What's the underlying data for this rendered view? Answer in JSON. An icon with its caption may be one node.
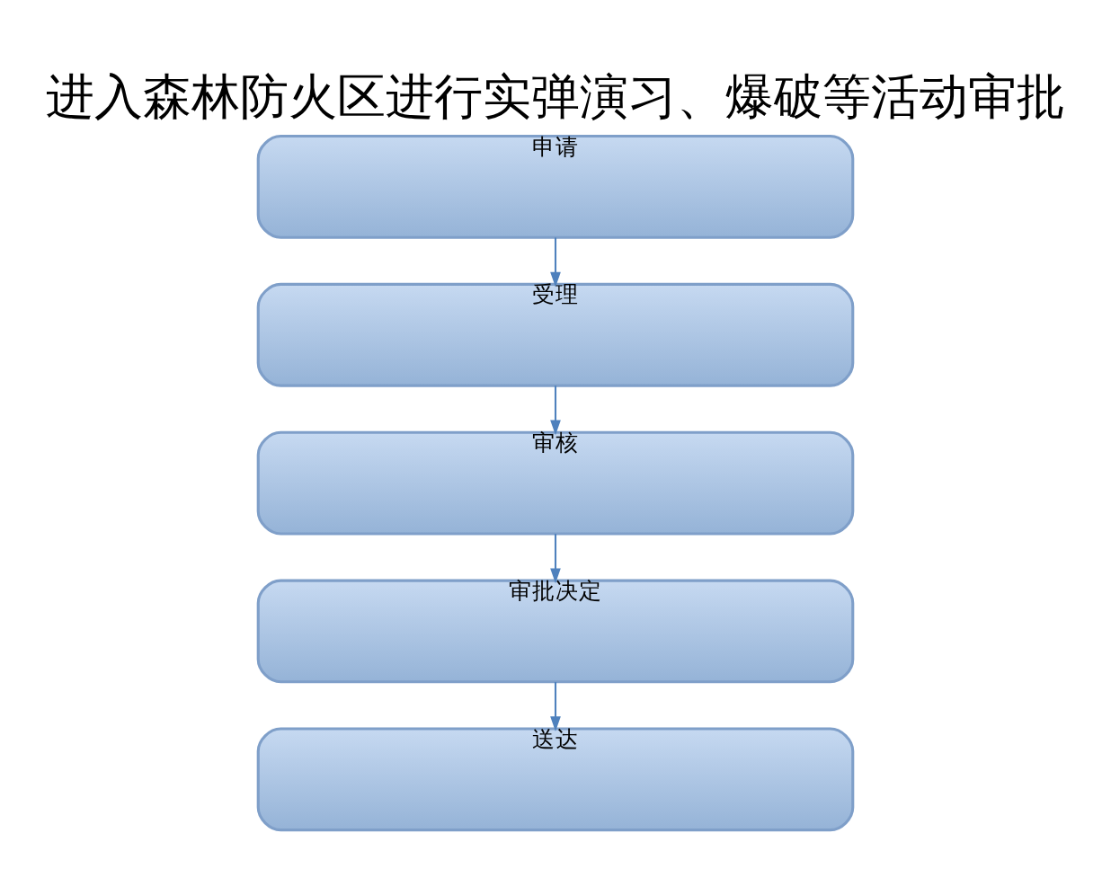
{
  "diagram": {
    "title": "进入森林防火区进行实弹演习、爆破等活动审批",
    "nodes": [
      {
        "text": [
          "申请"
        ]
      },
      {
        "text": [
          "受理"
        ]
      },
      {
        "text": [
          "审核"
        ]
      },
      {
        "text": [
          "审批决定"
        ]
      },
      {
        "text": [
          "送达"
        ]
      }
    ],
    "edges": [
      {
        "from": 0,
        "to": 1,
        "arrow": "to"
      },
      {
        "from": 1,
        "to": 2,
        "arrow": "to"
      },
      {
        "from": 2,
        "to": 3,
        "arrow": "to"
      },
      {
        "from": 3,
        "to": 4,
        "arrow": "to"
      }
    ]
  }
}
